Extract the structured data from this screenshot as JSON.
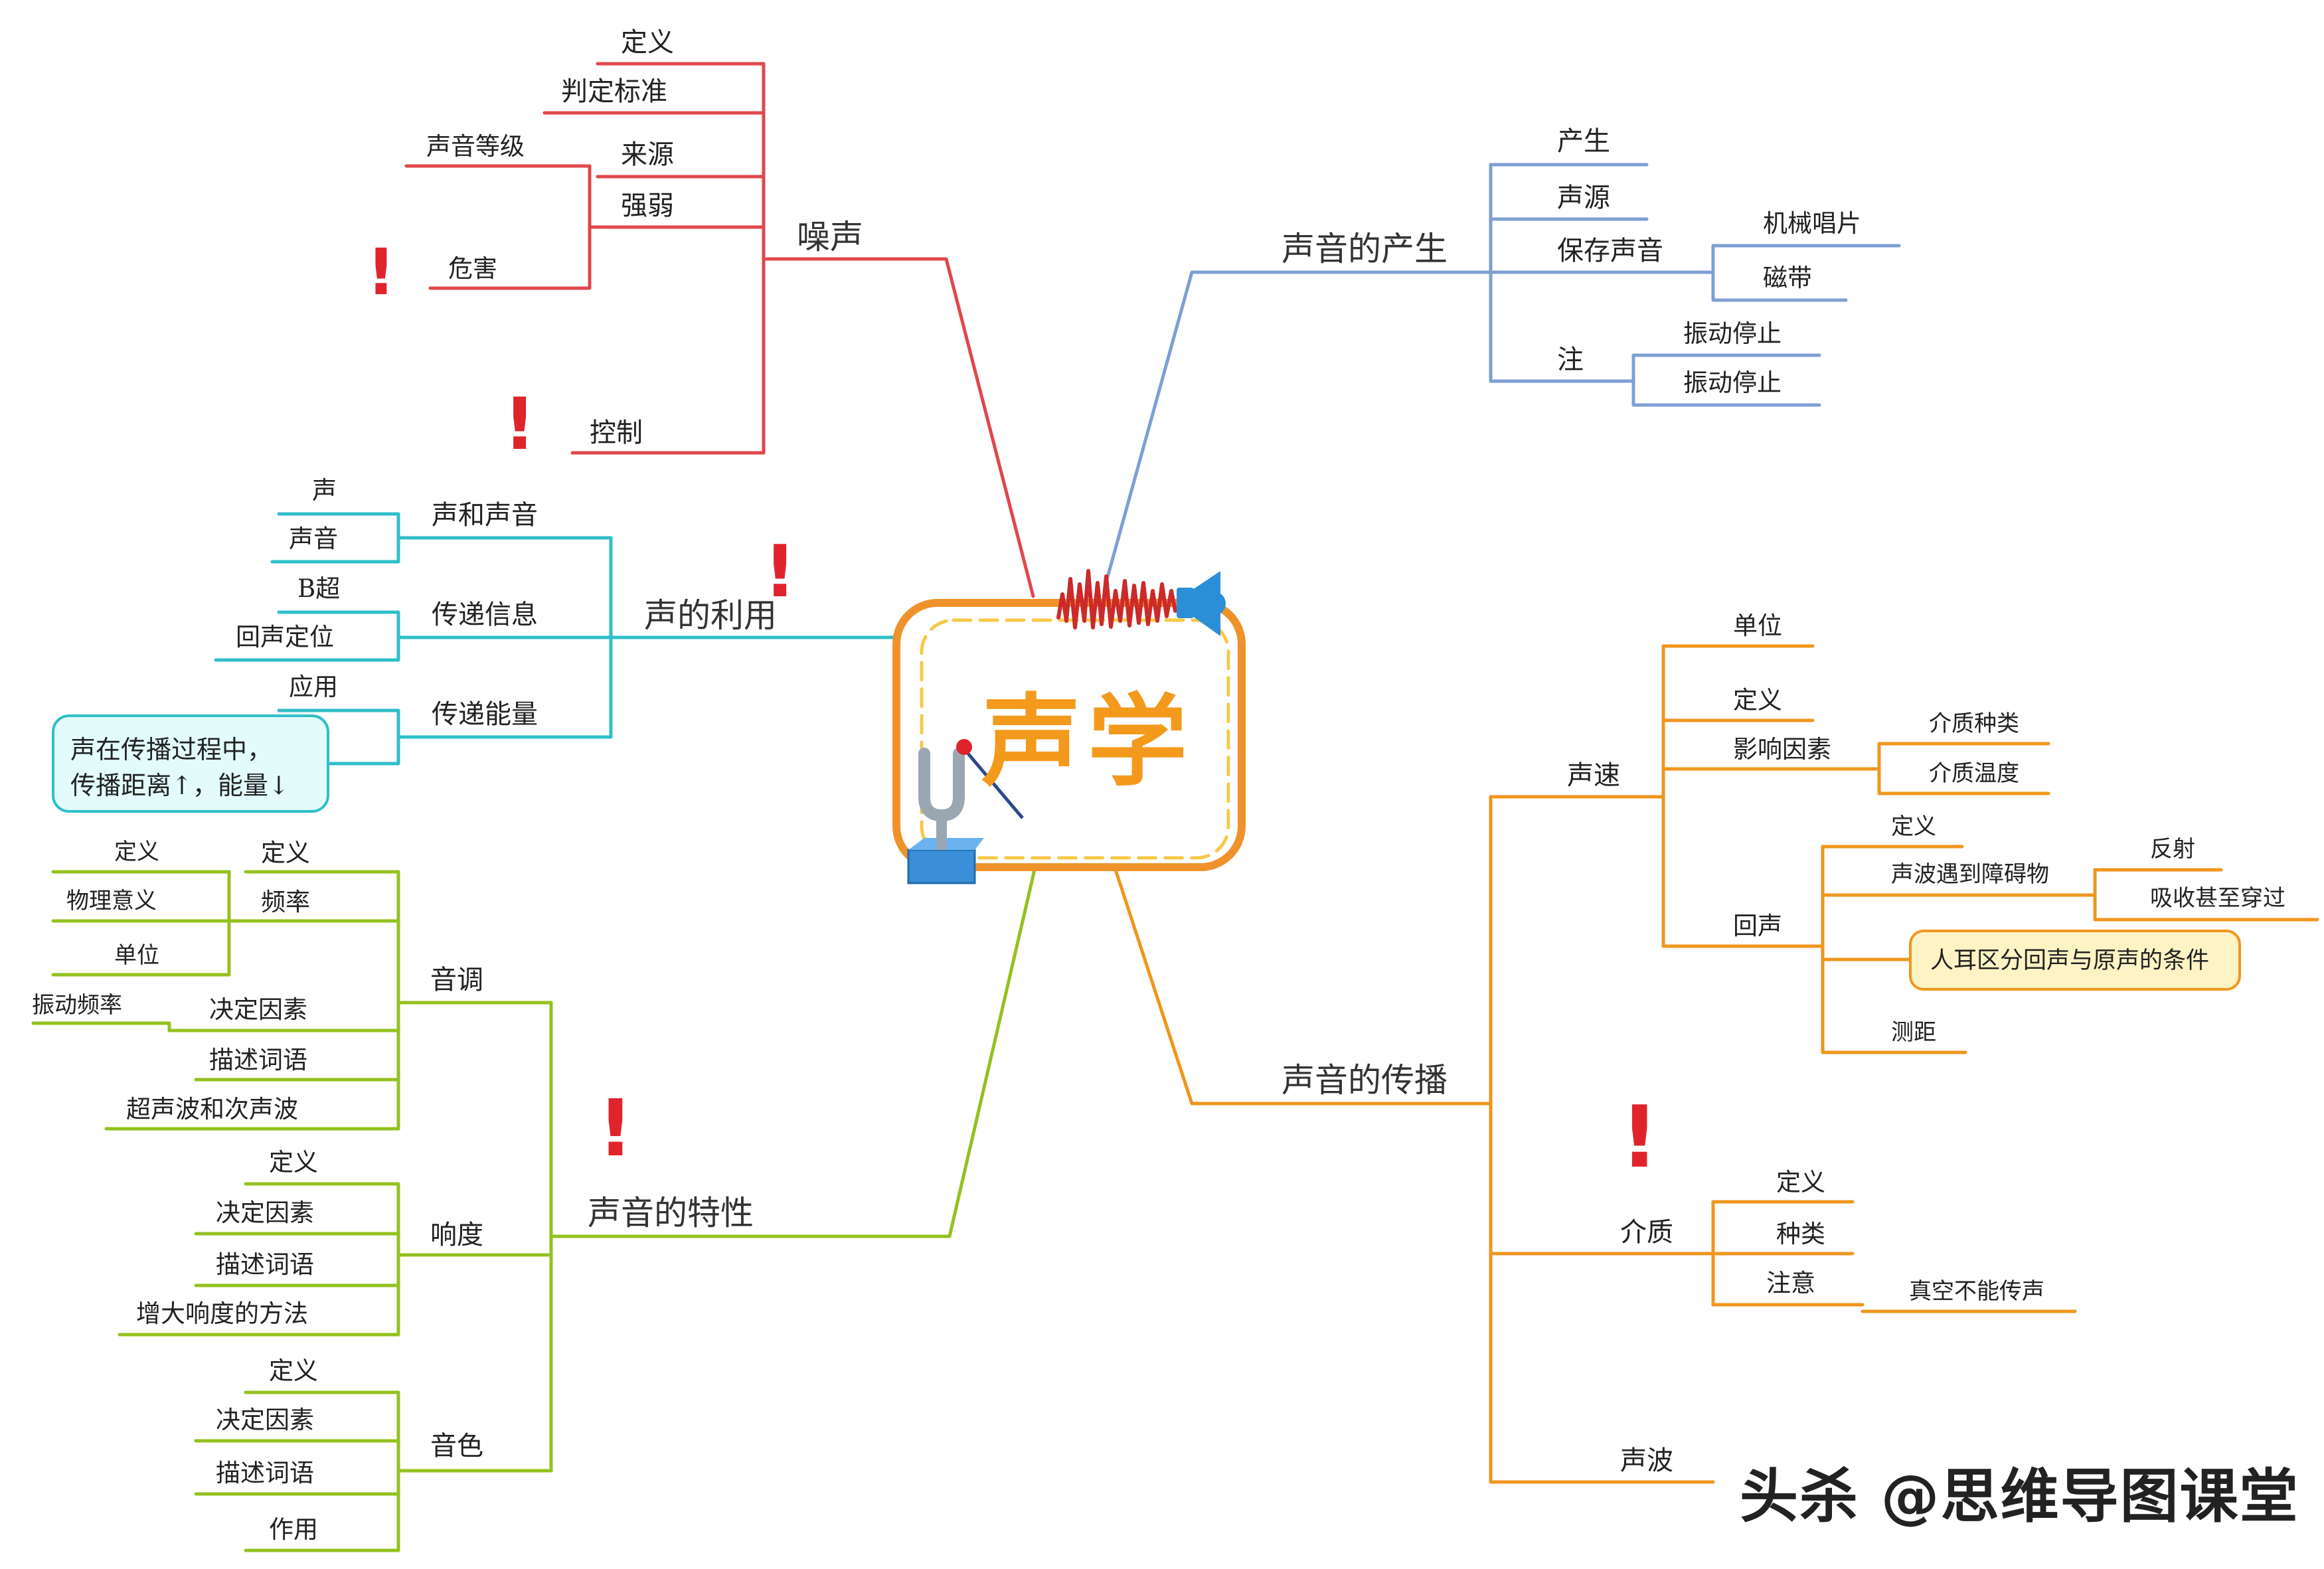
{
  "center": {
    "title": "声学"
  },
  "colors": {
    "noise": "#e0474c",
    "produce": "#7f9fd4",
    "use": "#2fbfc9",
    "traits": "#94c11f",
    "spread": "#f0961d",
    "center_border": "#f0922b",
    "center_dash": "#f7c948",
    "note_use_fill": "#e3fbfb",
    "note_spread_fill": "#fdf3c4"
  },
  "branches": {
    "noise": {
      "label": "噪声",
      "items": [
        "定义",
        "判定标准",
        "来源",
        "强弱",
        "控制"
      ],
      "strength": {
        "sub_label": "声音等级",
        "harm_label": "危害"
      }
    },
    "produce": {
      "label": "声音的产生",
      "items": [
        "产生",
        "声源",
        "保存声音",
        "注"
      ],
      "save": [
        "机械唱片",
        "磁带"
      ],
      "note": [
        "振动停止",
        "振动停止"
      ]
    },
    "use": {
      "label": "声的利用",
      "sound": {
        "label": "声和声音",
        "items": [
          "声",
          "声音"
        ]
      },
      "info": {
        "label": "传递信息",
        "items": [
          "B超",
          "回声定位"
        ]
      },
      "energy": {
        "label": "传递能量",
        "items": [
          "应用"
        ],
        "note_lines": [
          "声在传播过程中，",
          "传播距离↑，能量↓"
        ]
      }
    },
    "traits": {
      "label": "声音的特性",
      "pitch": {
        "label": "音调",
        "items": [
          "定义",
          "频率",
          "决定因素",
          "描述词语",
          "超声波和次声波"
        ],
        "freq_sub": [
          "定义",
          "物理意义",
          "单位"
        ],
        "factor_sub": "振动频率"
      },
      "loudness": {
        "label": "响度",
        "items": [
          "定义",
          "决定因素",
          "描述词语",
          "增大响度的方法"
        ]
      },
      "timbre": {
        "label": "音色",
        "items": [
          "定义",
          "决定因素",
          "描述词语",
          "作用"
        ]
      }
    },
    "spread": {
      "label": "声音的传播",
      "speed": {
        "label": "声速",
        "items": [
          "单位",
          "定义",
          "影响因素",
          "回声"
        ],
        "factors": [
          "介质种类",
          "介质温度"
        ],
        "echo": {
          "items": [
            "定义",
            "声波遇到障碍物",
            "测距"
          ],
          "obstacle": [
            "反射",
            "吸收甚至穿过"
          ],
          "note": "人耳区分回声与原声的条件"
        }
      },
      "medium": {
        "label": "介质",
        "items": [
          "定义",
          "种类",
          "注意"
        ],
        "note_sub": "真空不能传声"
      },
      "wave": {
        "label": "声波"
      }
    }
  },
  "marks": {
    "exclaim": "!"
  },
  "icons": [
    "tuning-fork-icon",
    "speaker-icon",
    "sound-wave-icon",
    "exclamation-icon"
  ],
  "watermark": "头杀 @思维导图课堂"
}
